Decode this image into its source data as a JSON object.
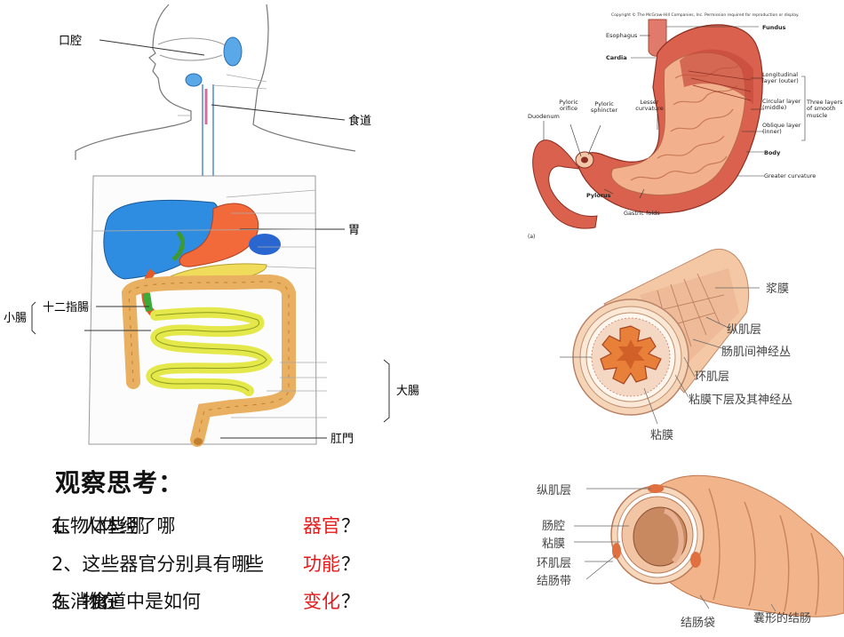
{
  "digestive": {
    "labels": {
      "mouth": "口腔",
      "esophagus": "食道",
      "stomach": "胃",
      "duodenum": "十二指腸",
      "small_intestine": "小腸",
      "large_intestine": "大腸",
      "anus": "肛門"
    }
  },
  "stomach_figure": {
    "copyright": "Copyright © The McGraw-Hill Companies, Inc. Permission required for reproduction or display.",
    "labels": {
      "esophagus": "Esophagus",
      "fundus": "Fundus",
      "cardia": "Cardia",
      "longitudinal": "Longitudinal layer (outer)",
      "circular": "Circular layer (middle)",
      "oblique": "Oblique layer (inner)",
      "three_layers": "Three layers of smooth muscle",
      "body": "Body",
      "greater_curvature": "Greater curvature",
      "lesser_curvature": "Lesser curvature",
      "pyloric_orifice": "Pyloric orifice",
      "pyloric_sphincter": "Pyloric sphincter",
      "duodenum": "Duodenum",
      "pylorus": "Pylorus",
      "gastric_folds": "Gastric folds",
      "panel_label": "(a)"
    }
  },
  "intestine_section": {
    "labels": {
      "serosa": "浆膜",
      "longitudinal": "纵肌层",
      "plexus": "肠肌间神经丛",
      "circular": "环肌层",
      "submucosa": "粘膜下层及其神经丛",
      "mucosa": "粘膜"
    }
  },
  "colon": {
    "labels": {
      "longitudinal": "纵肌层",
      "lumen": "肠腔",
      "mucosa": "粘膜",
      "circular": "环肌层",
      "taenia": "结肠带",
      "haustra": "结肠袋",
      "colon": "囊形的结肠"
    }
  },
  "questions": {
    "title": "观察思考：",
    "q1_a": "1、人体经了哪",
    "q1_b": "在物体些哪",
    "q1_red": "器官",
    "q1_mark": "？",
    "q2_text": "2、这些器官分别具有哪",
    "q2_b": "些",
    "q2_red": "功能",
    "q2_mark": "？",
    "q3_a": "3、物在",
    "q3_b": "在消化道中是如何",
    "q3_c": "食",
    "q3_red": "变化",
    "q3_mark": "？"
  }
}
